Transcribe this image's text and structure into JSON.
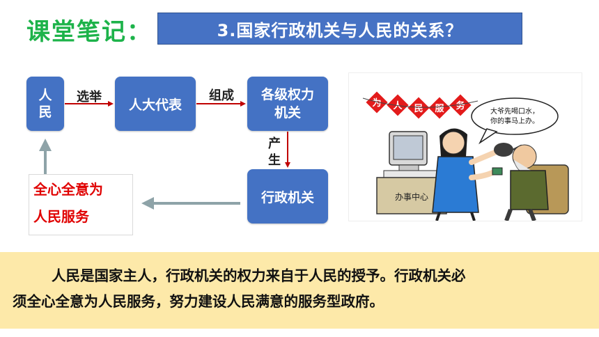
{
  "header": {
    "notes_label": "课堂笔记：",
    "title": "3.国家行政机关与人民的关系？"
  },
  "diagram": {
    "nodes": {
      "people_line1": "人",
      "people_line2": "民",
      "congress": "人大代表",
      "power_line1": "各级权力",
      "power_line2": "机关",
      "admin": "行政机关"
    },
    "edges": {
      "elect": "选举",
      "form": "组成",
      "produce_line1": "产",
      "produce_line2": "生"
    },
    "serve_line1": "全心全意为",
    "serve_line2": "人民服务",
    "colors": {
      "node": "#4472c4",
      "arrow_red": "#c00000",
      "arrow_grey": "#8ea3a8",
      "serve_text": "#e00000"
    }
  },
  "cartoon": {
    "banner": [
      "为",
      "人",
      "民",
      "服",
      "务"
    ],
    "speech": [
      "大爷先喝口水，",
      "你的事马上办。"
    ],
    "desk_sign": "办事中心"
  },
  "summary": {
    "line1": "人民是国家主人，行政机关的权力来自于人民的授予。行政机关必",
    "line2": "须全心全意为人民服务，努力建设人民满意的服务型政府。"
  }
}
